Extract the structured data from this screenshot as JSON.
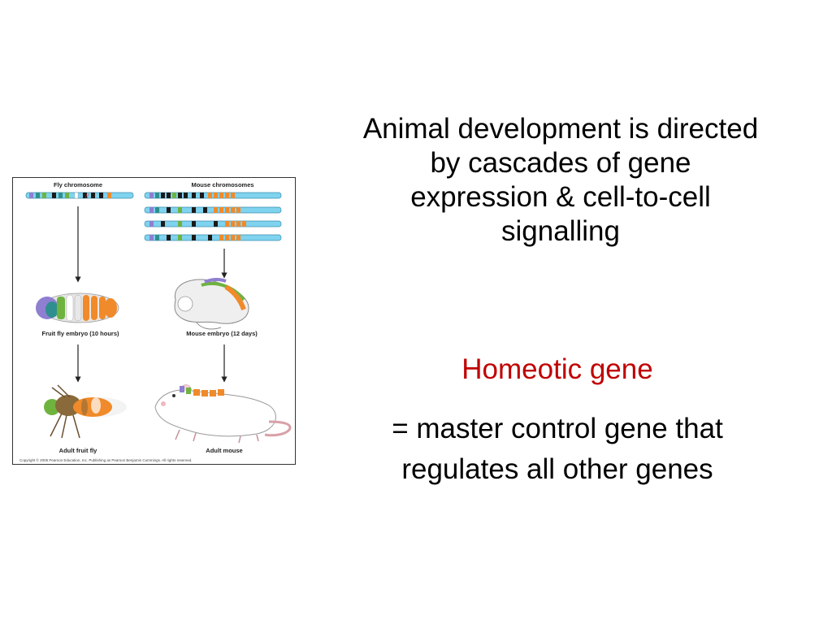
{
  "figure": {
    "fly_chromosome_label": "Fly chromosome",
    "mouse_chromosomes_label": "Mouse chromosomes",
    "fruit_fly_embryo_label": "Fruit fly embryo (10 hours)",
    "mouse_embryo_label": "Mouse embryo (12 days)",
    "adult_fruit_fly_label": "Adult fruit fly",
    "adult_mouse_label": "Adult mouse",
    "copyright": "Copyright © 2005 Pearson Education, Inc. Publishing as Pearson Benjamin Cummings. All rights reserved.",
    "gene_colors": [
      "#8f7fd1",
      "#2f8f8f",
      "#6fb33f",
      "#1a1a1a",
      "#ffffff",
      "#f08a2a"
    ],
    "chromosome_color": "#7fd3ee"
  },
  "text": {
    "intro_lines": [
      "Animal development is directed",
      "by cascades of gene",
      "expression & cell-to-cell",
      "signalling"
    ],
    "term": "Homeotic gene",
    "definition_lines": [
      "= master control gene that",
      "regulates all other genes"
    ],
    "term_color": "#c00000"
  }
}
